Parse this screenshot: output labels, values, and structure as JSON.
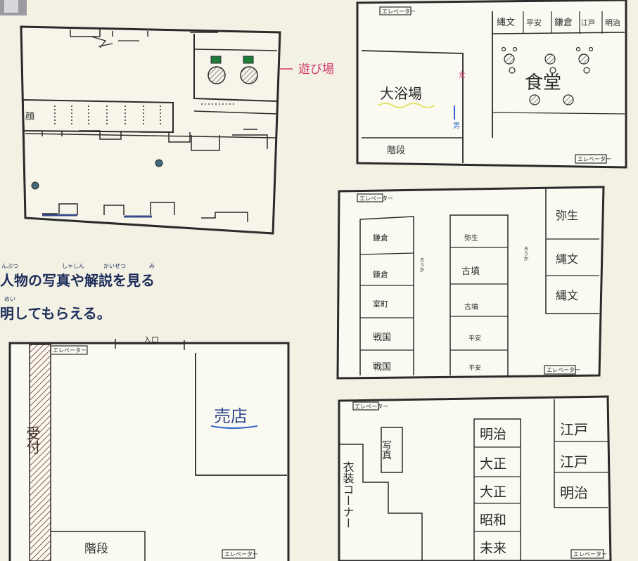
{
  "colors": {
    "paper": "#f3f1e4",
    "ink": "#2a2a2a",
    "caption": "#1d2d5a",
    "accent_pink": "#d23a6a",
    "accent_blue": "#2f66c8",
    "accent_yellow": "#e6e36a",
    "accent_green": "#1f7d3b"
  },
  "captions": {
    "line1": "人物の写真や解説を見る",
    "line2": "明してもらえる。",
    "ruby": [
      "んぶつ",
      "しゃしん",
      "かいせつ",
      "み",
      "めい"
    ]
  },
  "map_a": {
    "callout": "遊び場",
    "panel": "顔"
  },
  "map_b": {
    "elevator_top": "エレベーター",
    "elevator_bottom": "エレベーター",
    "bath": "大浴場",
    "women": "女",
    "men": "男",
    "stairs": "階段",
    "eras": [
      "縄文",
      "平安",
      "鎌倉",
      "江戸",
      "明治"
    ],
    "dining": "食堂"
  },
  "map_c": {
    "elevator_top": "エレベーター",
    "elevator_bottom": "エレベーター",
    "corridor": "ろうか",
    "col1": [
      "鎌倉",
      "鎌倉",
      "室町",
      "戦国",
      "戦国"
    ],
    "col2": [
      "弥生",
      "古墳",
      "古墳",
      "平安",
      "平安"
    ],
    "col3": [
      "弥生",
      "縄文",
      "縄文"
    ]
  },
  "map_d": {
    "entrance": "入口",
    "elevator_top": "エレベーター",
    "elevator_bottom": "エレベーター",
    "reception": "受付",
    "shop": "売店",
    "stairs": "階段"
  },
  "map_e": {
    "elevator_top": "エレベーター",
    "elevator_bottom": "エレベーター",
    "photo": "写真",
    "costume": "衣装コーナー",
    "mid_col": [
      "明治",
      "大正",
      "大正",
      "昭和",
      "未来"
    ],
    "right_col": [
      "江戸",
      "江戸",
      "明治"
    ]
  }
}
